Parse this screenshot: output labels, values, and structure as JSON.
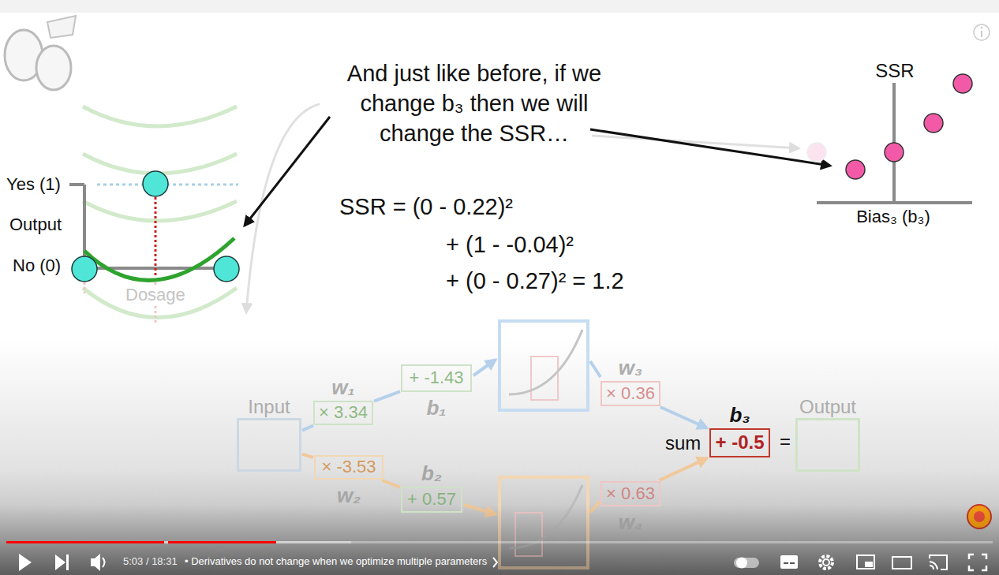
{
  "diagram": {
    "nodes": [
      {
        "text": [
          "Input"
        ]
      },
      {
        "text": [
          "× 3.34",
          "w₁"
        ]
      },
      {
        "text": [
          "+ -1.43",
          "b₁"
        ]
      },
      {
        "text": [
          "w₃",
          "× 0.36"
        ]
      },
      {
        "text": [
          "× -3.53",
          "w₂"
        ]
      },
      {
        "text": [
          "b₂",
          "+ 0.57"
        ]
      },
      {
        "text": [
          "× 0.63",
          "w₄"
        ]
      },
      {
        "text": [
          "b₃",
          "+ -0.5"
        ]
      },
      {
        "text": [
          "Output"
        ]
      }
    ],
    "edges": [
      {
        "from": 0,
        "to": 1,
        "arrow": "none"
      },
      {
        "from": 1,
        "to": 2,
        "arrow": "none"
      },
      {
        "from": 0,
        "to": 4,
        "arrow": "none"
      },
      {
        "from": 4,
        "to": 5,
        "arrow": "none"
      },
      {
        "from": 3,
        "to": 7,
        "arrow": "to"
      },
      {
        "from": 6,
        "to": 7,
        "arrow": "to"
      }
    ],
    "labels": [
      "And just like before, if we change b₃ then we will change the SSR…",
      "SSR = (0 - 0.22)²",
      "+ (1 - -0.04)²",
      "+ (0 - 0.27)² = 1.2",
      "SSR",
      "Bias₃ (b₃)",
      "Yes (1)",
      "Output",
      "No (0)",
      "Dosage",
      "sum",
      "=",
      "5:03 / 18:31",
      "• Derivatives do not change when we optimize multiple parameters"
    ]
  }
}
